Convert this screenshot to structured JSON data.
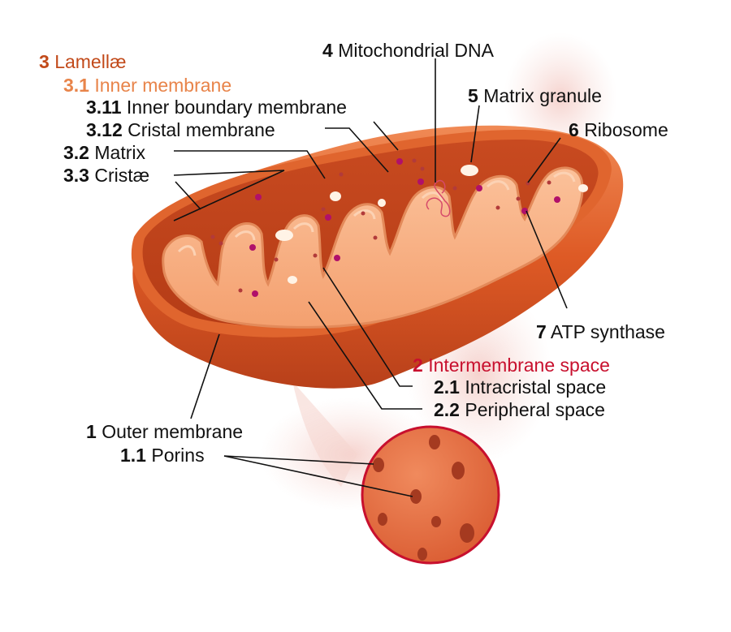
{
  "colors": {
    "lamellae": "#c24a1a",
    "inner_membrane": "#e8844a",
    "intermembrane_space": "#c8102e",
    "outer_membrane": "#d9541e",
    "matrix": "#f6a97a",
    "leader_line": "#111111"
  },
  "labels": {
    "lamellae": {
      "num": "3",
      "text": "Lamellæ"
    },
    "inner_membrane": {
      "num": "3.1",
      "text": "Inner membrane"
    },
    "inner_boundary": {
      "num": "3.11",
      "text": "Inner boundary membrane"
    },
    "cristal_membrane": {
      "num": "3.12",
      "text": "Cristal membrane"
    },
    "matrix": {
      "num": "3.2",
      "text": "Matrix"
    },
    "cristae": {
      "num": "3.3",
      "text": "Cristæ"
    },
    "mito_dna": {
      "num": "4",
      "text": "Mitochondrial DNA"
    },
    "matrix_granule": {
      "num": "5",
      "text": "Matrix granule"
    },
    "ribosome": {
      "num": "6",
      "text": "Ribosome"
    },
    "atp_synthase": {
      "num": "7",
      "text": "ATP synthase"
    },
    "intermembrane": {
      "num": "2",
      "text": "Intermembrane space"
    },
    "intracristal": {
      "num": "2.1",
      "text": "Intracristal space"
    },
    "peripheral": {
      "num": "2.2",
      "text": "Peripheral space"
    },
    "outer_membrane": {
      "num": "1",
      "text": "Outer membrane"
    },
    "porins": {
      "num": "1.1",
      "text": "Porins"
    }
  }
}
